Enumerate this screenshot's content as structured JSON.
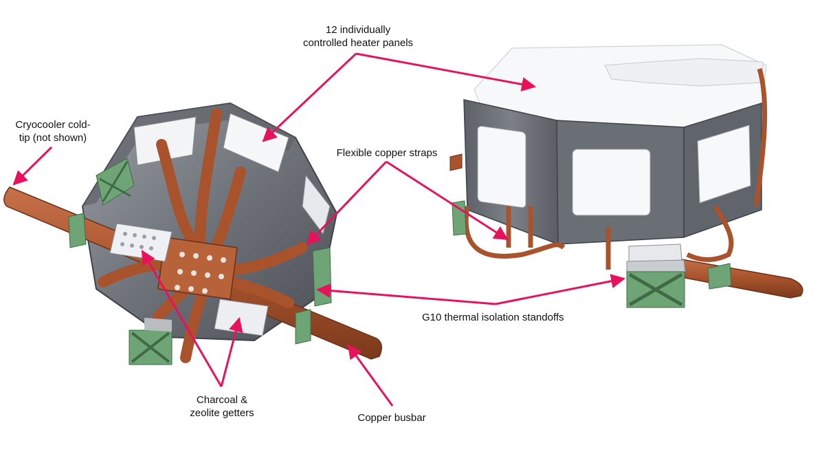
{
  "colors": {
    "arrow": "#e8125c",
    "copper": "#b0572f",
    "copper_dark": "#7a3a1c",
    "steel": "#7d8188",
    "steel_dark": "#55595f",
    "panel": "#f4f5f7",
    "g10": "#6fa576"
  },
  "labels": {
    "heater_panels_line1": "12 individually",
    "heater_panels_line2": "controlled heater panels",
    "cold_tip_line1": "Cryocooler cold-",
    "cold_tip_line2": "tip (not shown)",
    "copper_straps": "Flexible copper straps",
    "g10_standoffs": "G10 thermal isolation standoffs",
    "getters_line1": "Charcoal &",
    "getters_line2": "zeolite getters",
    "busbar": "Copper busbar"
  }
}
